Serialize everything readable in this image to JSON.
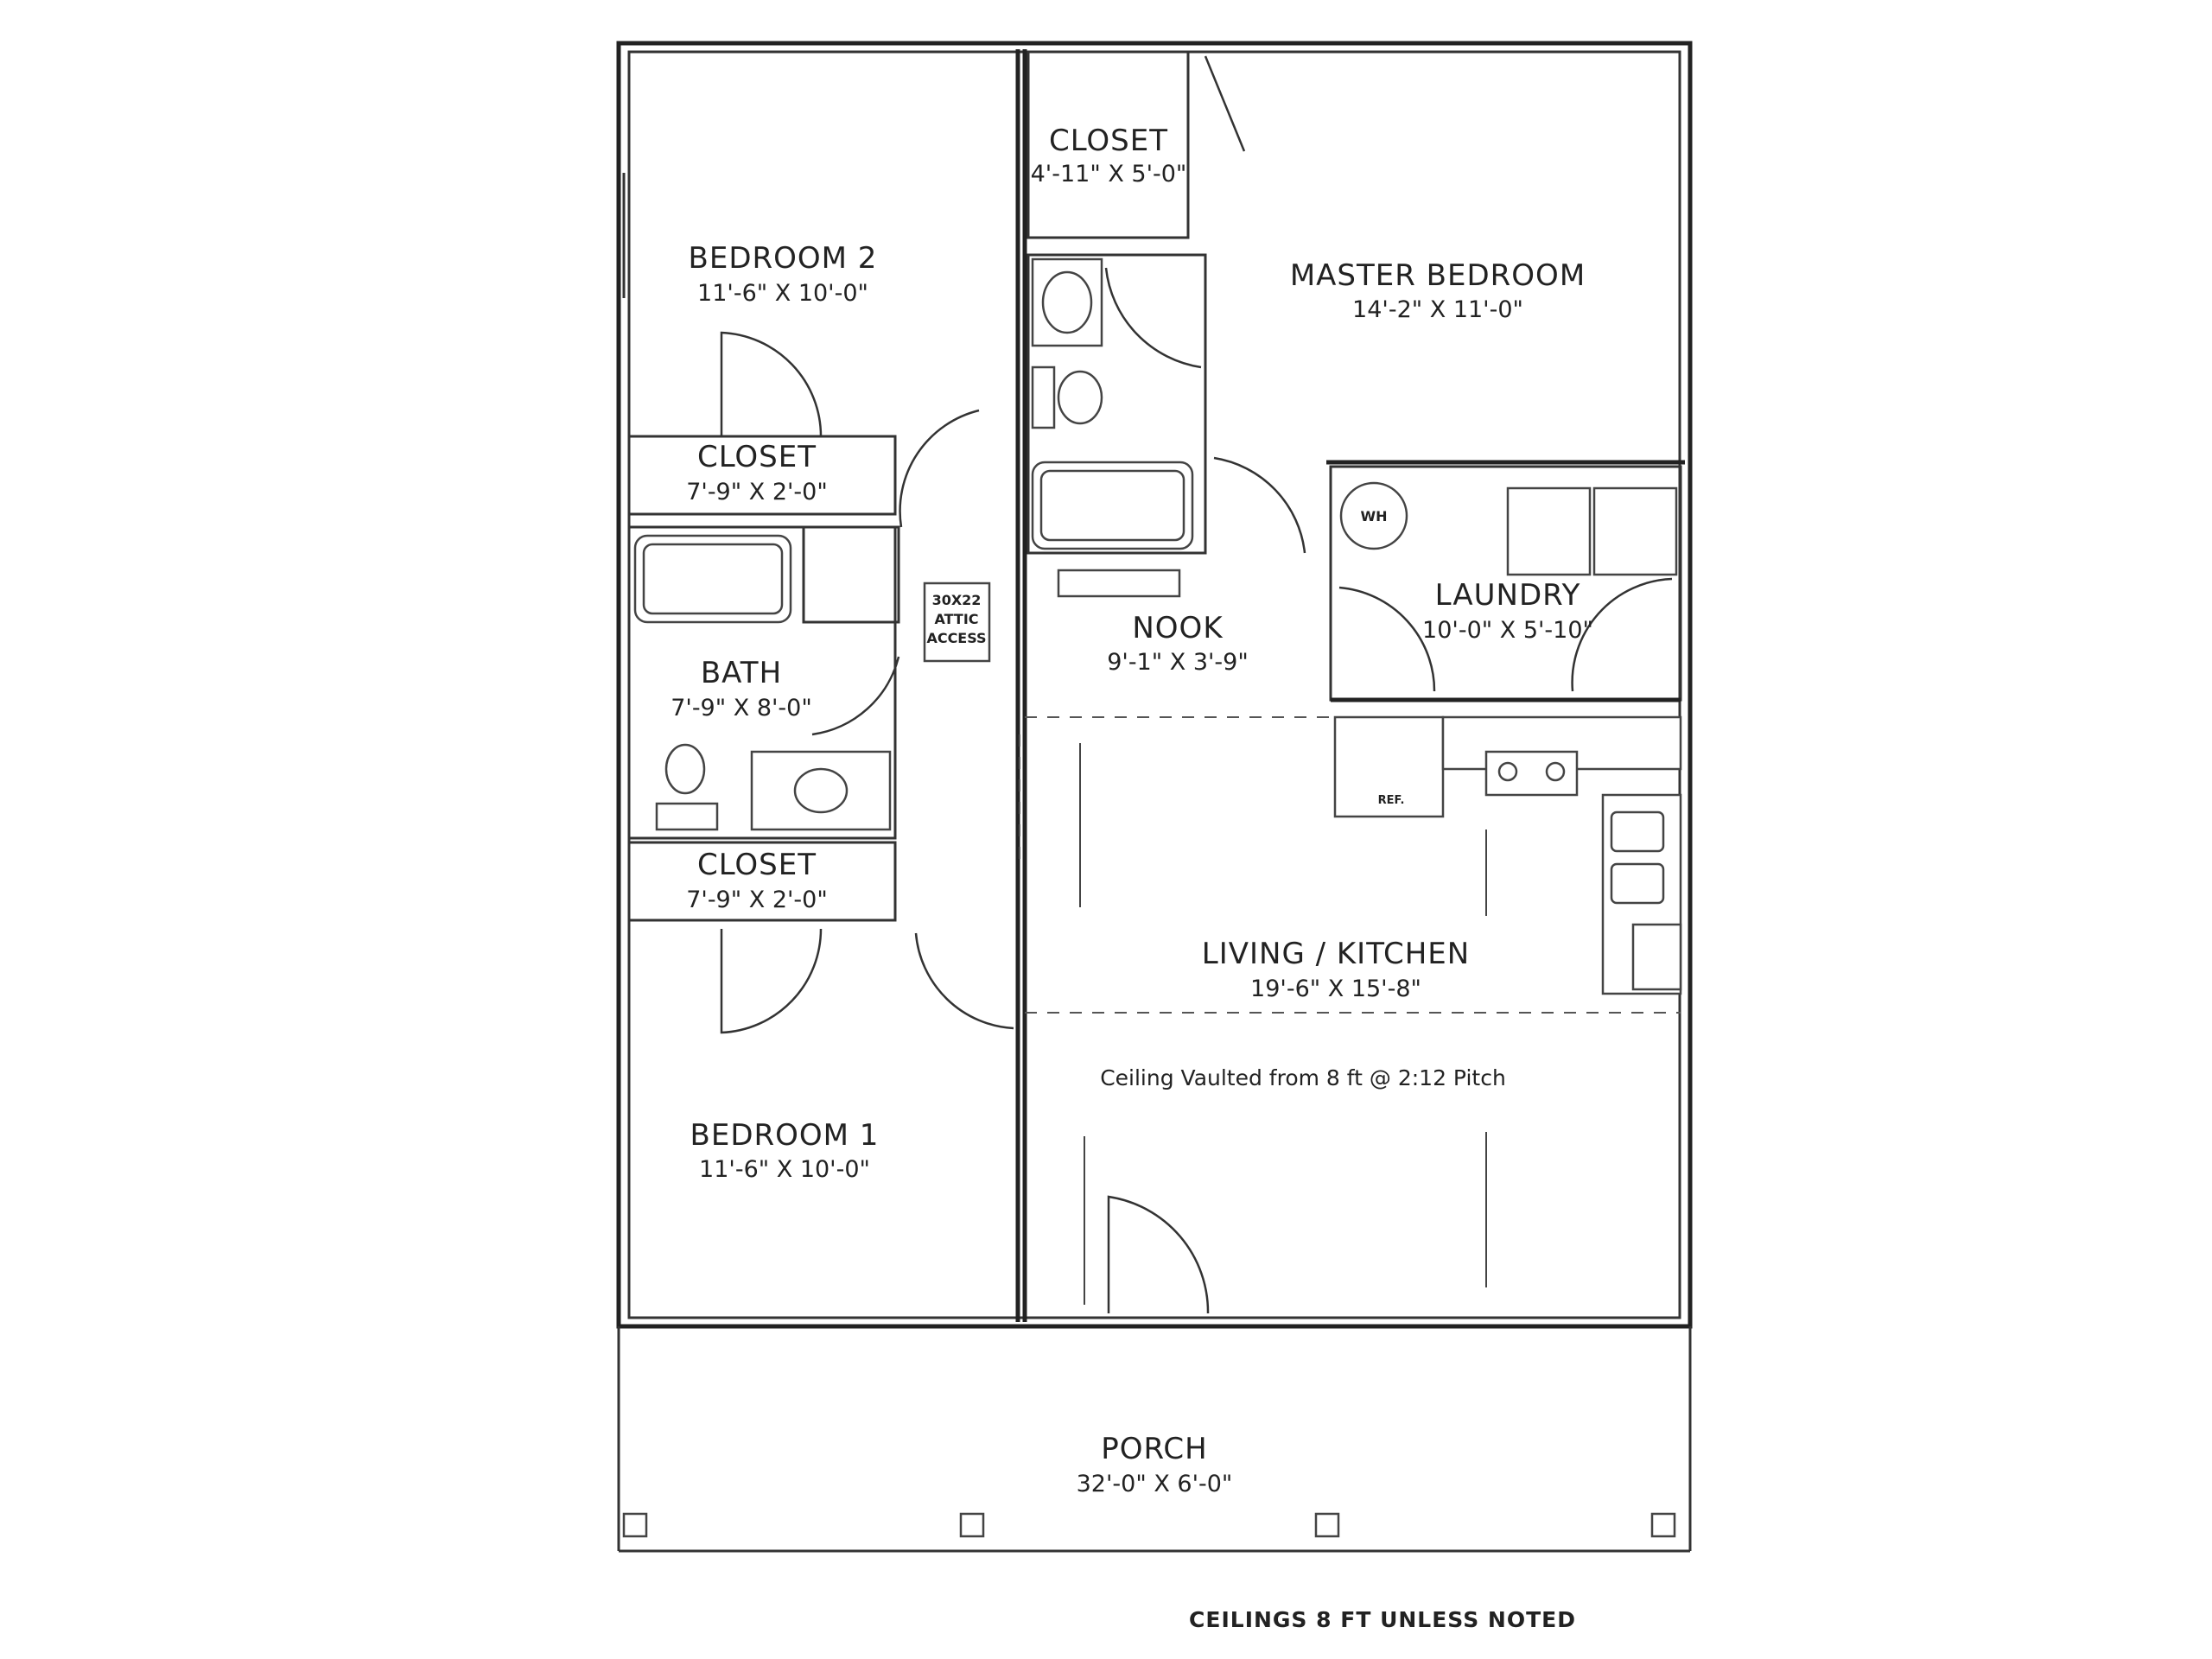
{
  "rooms": {
    "bedroom2": {
      "name": "BEDROOM 2",
      "dim": "11'-6\" X 10'-0\""
    },
    "closet_master": {
      "name": "CLOSET",
      "dim": "4'-11\" X 5'-0\""
    },
    "master": {
      "name": "MASTER BEDROOM",
      "dim": "14'-2\" X 11'-0\""
    },
    "closet_b2": {
      "name": "CLOSET",
      "dim": "7'-9\" X 2'-0\""
    },
    "bath": {
      "name": "BATH",
      "dim": "7'-9\" X 8'-0\""
    },
    "attic": {
      "line1": "30X22",
      "line2": "ATTIC",
      "line3": "ACCESS"
    },
    "nook": {
      "name": "NOOK",
      "dim": "9'-1\" X 3'-9\""
    },
    "laundry": {
      "name": "LAUNDRY",
      "dim": "10'-0\" X 5'-10\""
    },
    "wh": "WH",
    "ref": "REF.",
    "closet_b1": {
      "name": "CLOSET",
      "dim": "7'-9\" X 2'-0\""
    },
    "living": {
      "name": "LIVING / KITCHEN",
      "dim": "19'-6\" X 15'-8\""
    },
    "vault_note": "Ceiling Vaulted from 8 ft @ 2:12 Pitch",
    "bedroom1": {
      "name": "BEDROOM 1",
      "dim": "11'-6\" X 10'-0\""
    },
    "porch": {
      "name": "PORCH",
      "dim": "32'-0\" X 6'-0\""
    }
  },
  "footer_note": "CEILINGS 8 FT UNLESS NOTED"
}
